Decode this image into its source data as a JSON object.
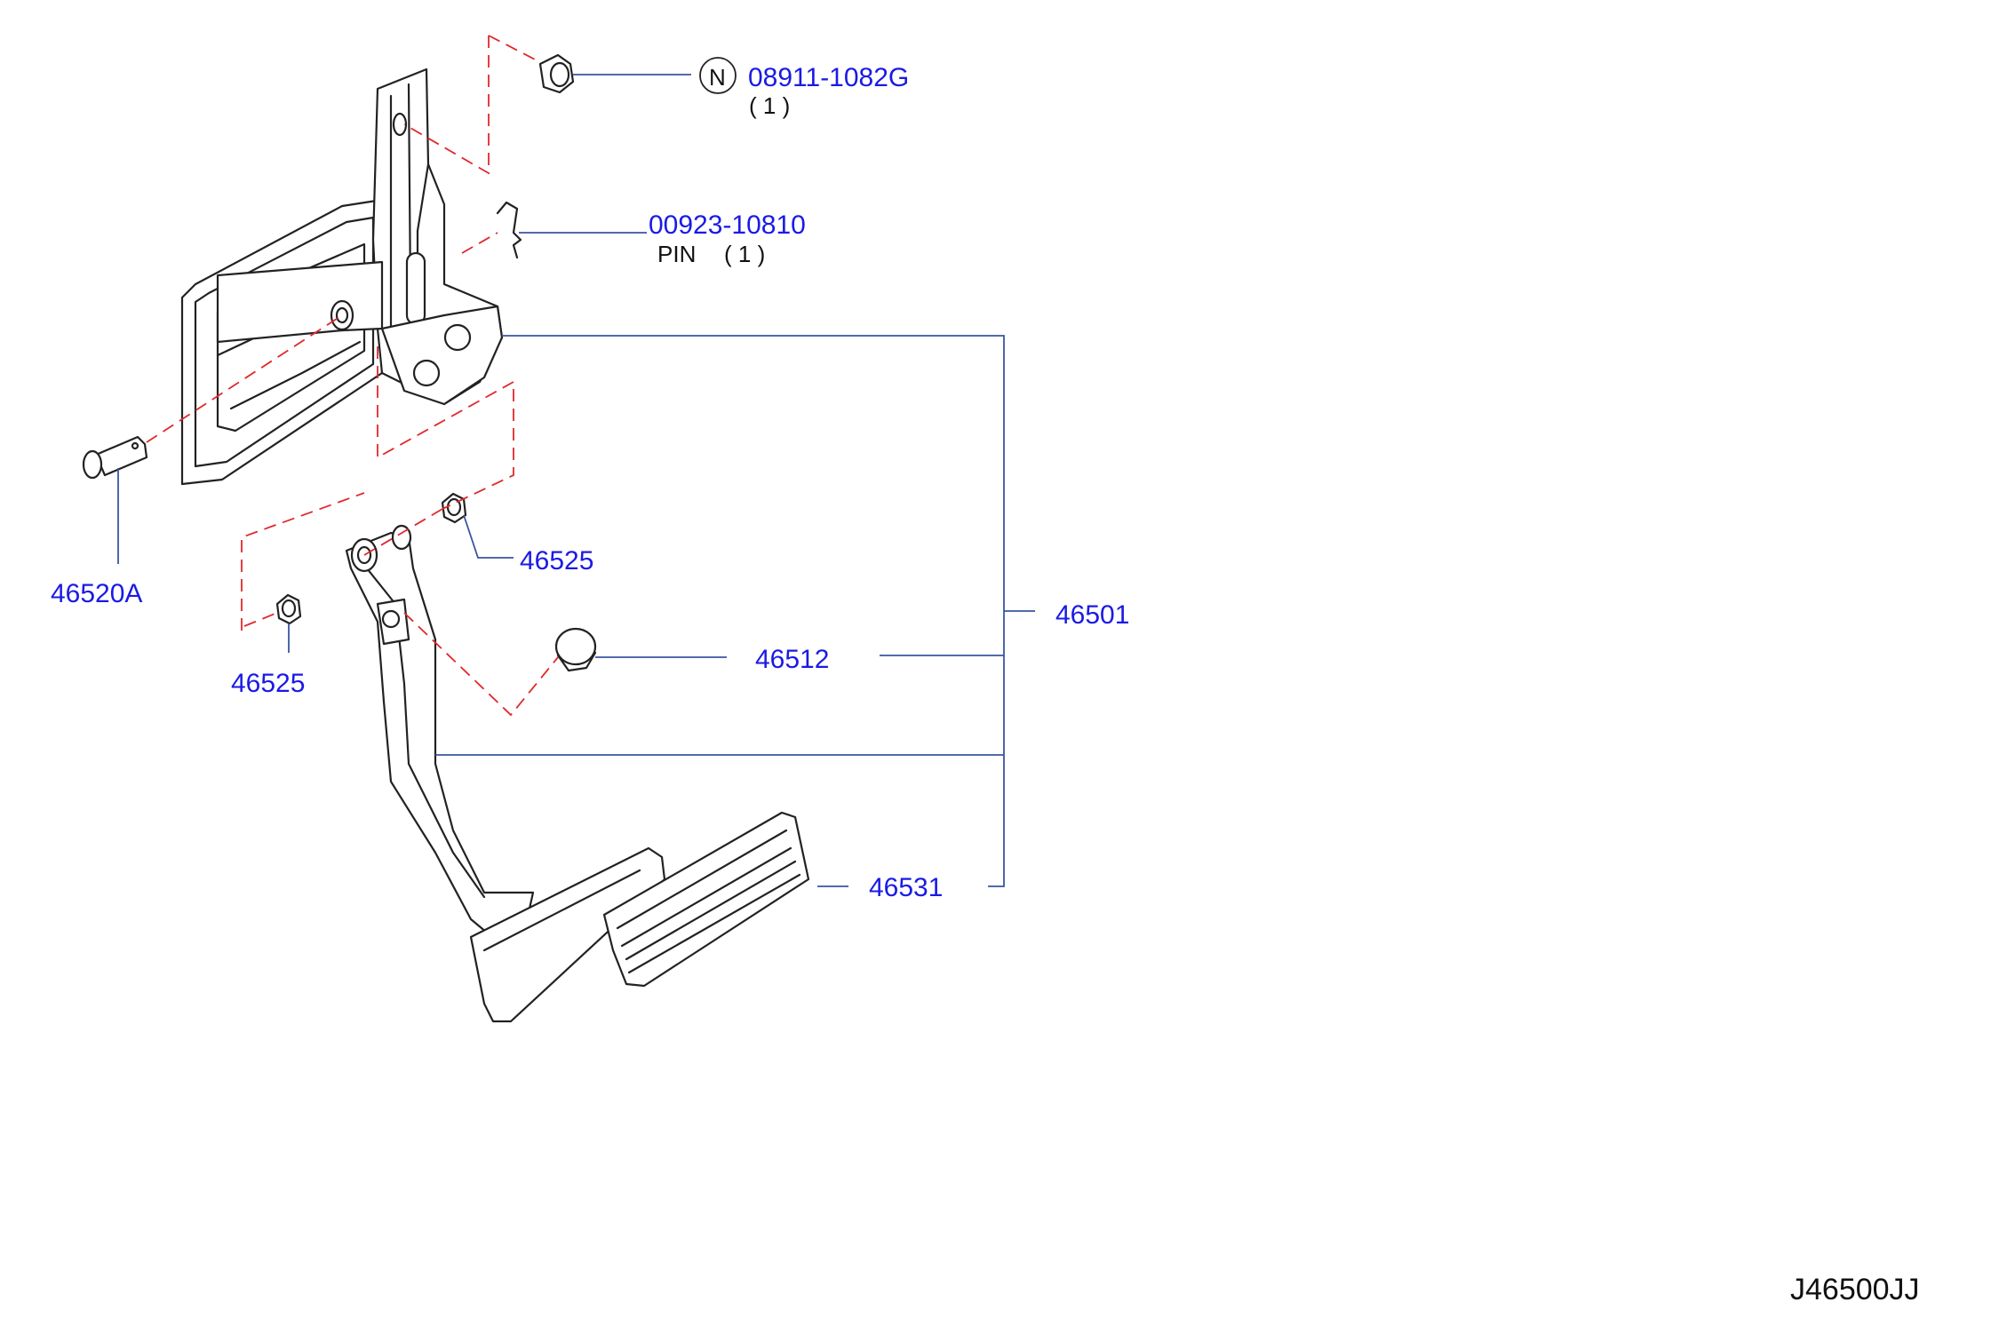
{
  "diagram": {
    "parts": [
      {
        "id": "nut",
        "number": "08911-1082G",
        "qty": "( 1 )",
        "prefix_symbol": "N"
      },
      {
        "id": "pin",
        "number": "00923-10810",
        "name": "PIN",
        "qty": "( 1 )"
      },
      {
        "id": "pedal-assembly",
        "number": "46501"
      },
      {
        "id": "bushing-upper",
        "number": "46525"
      },
      {
        "id": "bushing-lower",
        "number": "46525"
      },
      {
        "id": "pin-pedal",
        "number": "46520A"
      },
      {
        "id": "stopper",
        "number": "46512"
      },
      {
        "id": "pad",
        "number": "46531"
      }
    ],
    "diagram_code": "J46500JJ"
  },
  "colors": {
    "label": "#1a1ae6",
    "leader": "#3a55a0",
    "dashed": "#e0282d",
    "outline": "#222222"
  }
}
